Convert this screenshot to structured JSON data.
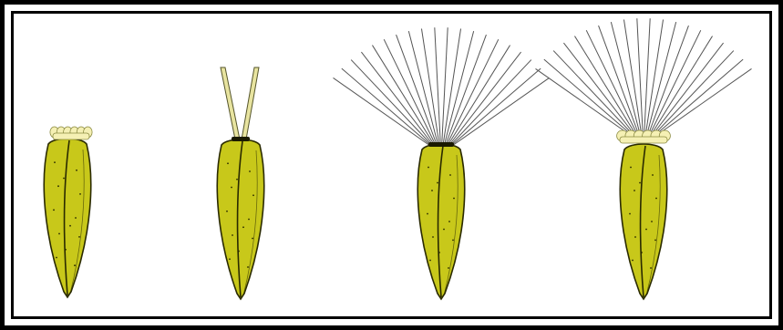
{
  "figure": {
    "items": [
      {
        "name": "achene-with-scales",
        "pappus": "scales"
      },
      {
        "name": "achene-with-awns",
        "pappus": "awns"
      },
      {
        "name": "achene-with-bristles",
        "pappus": "bristles"
      },
      {
        "name": "achene-with-scales-and-bristles",
        "pappus": "scales-and-bristles"
      }
    ],
    "colors": {
      "body": "#c8c81a",
      "outline": "#2a2a00",
      "scales": "#f5f0b4",
      "bristle": "#555555",
      "frame": "#000000"
    }
  }
}
